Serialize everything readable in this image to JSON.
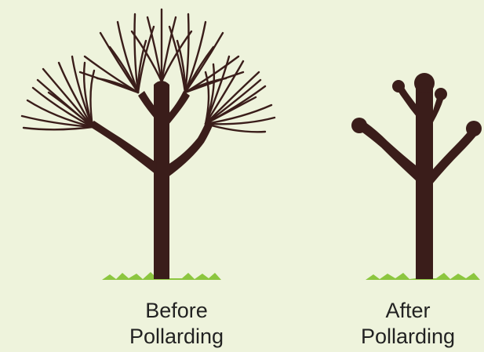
{
  "colors": {
    "background": "#eef3dc",
    "trunk": "#3a1d1a",
    "grass": "#8cc63f"
  },
  "captions": {
    "before": {
      "line1": "Before",
      "line2": "Pollarding"
    },
    "after": {
      "line1": "After",
      "line2": "Pollarding"
    }
  }
}
